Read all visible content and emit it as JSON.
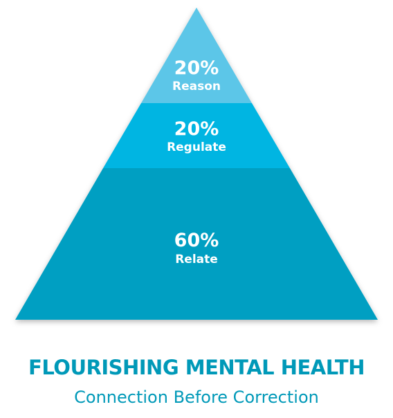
{
  "diagram": {
    "type": "pyramid",
    "tiers": [
      {
        "percent": "20%",
        "label": "Reason",
        "color": "#5bc6e8"
      },
      {
        "percent": "20%",
        "label": "Regulate",
        "color": "#00b5e2"
      },
      {
        "percent": "60%",
        "label": "Relate",
        "color": "#009fc2"
      }
    ]
  },
  "caption": {
    "title": "FLOURISHING MENTAL HEALTH",
    "subtitle": "Connection Before Correction",
    "title_color": "#0099b8",
    "subtitle_color": "#0099b8"
  }
}
